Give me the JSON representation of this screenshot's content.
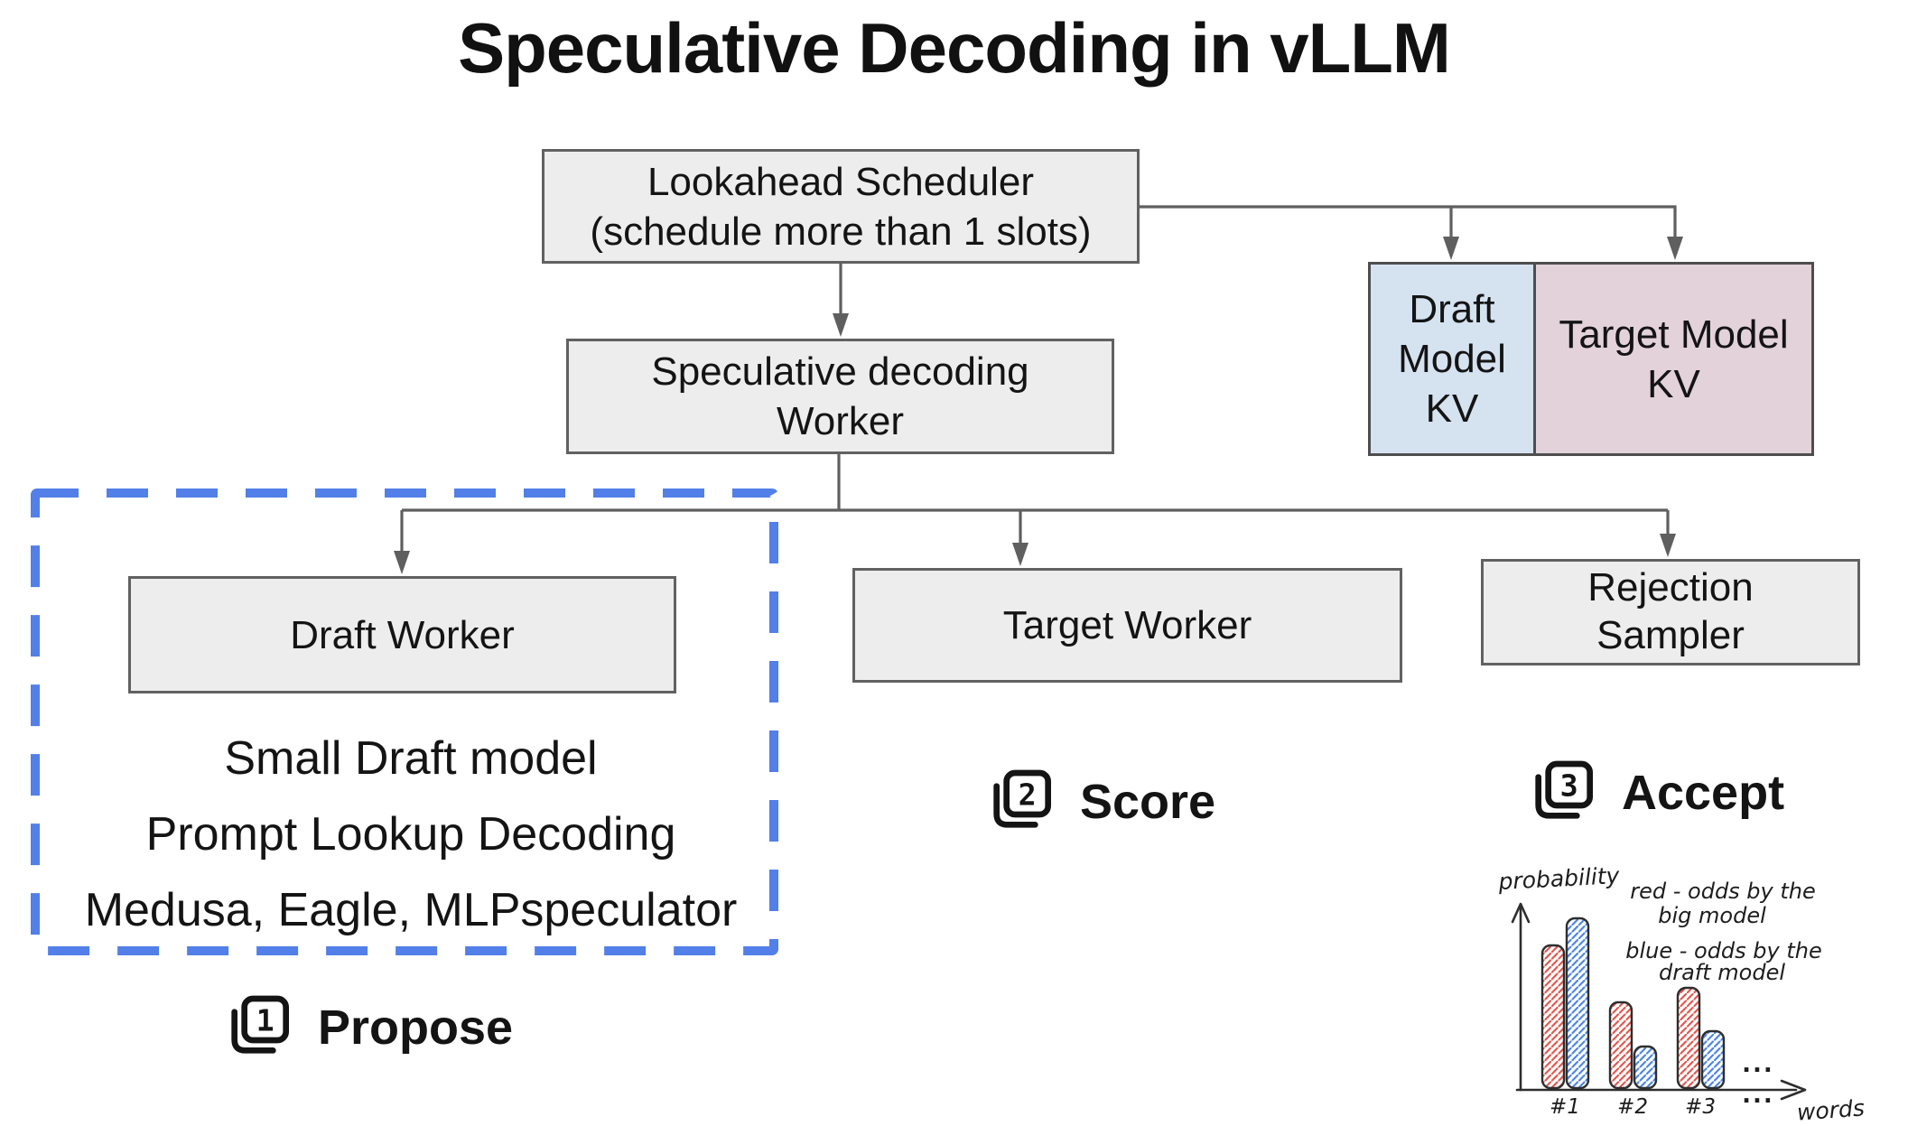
{
  "title": "Speculative Decoding in vLLM",
  "nodes": {
    "lookahead": {
      "line1": "Lookahead Scheduler",
      "line2": "(schedule more than 1 slots)"
    },
    "spec_worker": {
      "line1": "Speculative decoding",
      "line2": "Worker"
    },
    "draft_kv": {
      "line1": "Draft",
      "line2": "Model",
      "line3": "KV"
    },
    "target_kv": {
      "line1": "Target Model",
      "line2": "KV"
    },
    "draft_worker": {
      "label": "Draft Worker"
    },
    "target_worker": {
      "label": "Target Worker"
    },
    "rejection_sampler": {
      "line1": "Rejection",
      "line2": "Sampler"
    }
  },
  "draft_methods": {
    "line1": "Small Draft model",
    "line2": "Prompt Lookup Decoding",
    "line3": "Medusa, Eagle, MLPspeculator"
  },
  "steps": [
    {
      "number": "1",
      "label": "Propose"
    },
    {
      "number": "2",
      "label": "Score"
    },
    {
      "number": "3",
      "label": "Accept"
    }
  ],
  "colors": {
    "node_fill": "#ededed",
    "node_border": "#616161",
    "connector": "#5f5f5f",
    "draft_kv_fill": "#d5e2f0",
    "target_kv_fill": "#e3d2da",
    "dashed_blue": "#527fe8",
    "chart_red": "#e4574e",
    "chart_blue": "#4c86e8"
  },
  "chart_data": {
    "type": "bar",
    "title": "",
    "ylabel": "probability",
    "xlabel": "words",
    "categories": [
      "#1",
      "#2",
      "#3"
    ],
    "series": [
      {
        "name": "red - odds by the big model",
        "color": "#e4574e",
        "values": [
          0.78,
          0.47,
          0.55
        ]
      },
      {
        "name": "blue - odds by the draft model",
        "color": "#4c86e8",
        "values": [
          0.93,
          0.23,
          0.31
        ]
      }
    ],
    "legend": {
      "red_line1": "red - odds by the",
      "red_line2": "big model",
      "blue_line1": "blue - odds by the",
      "blue_line2": "draft model"
    },
    "ellipsis": "...",
    "ylim": [
      0,
      1
    ],
    "grid": false,
    "legend_position": "top-right"
  }
}
